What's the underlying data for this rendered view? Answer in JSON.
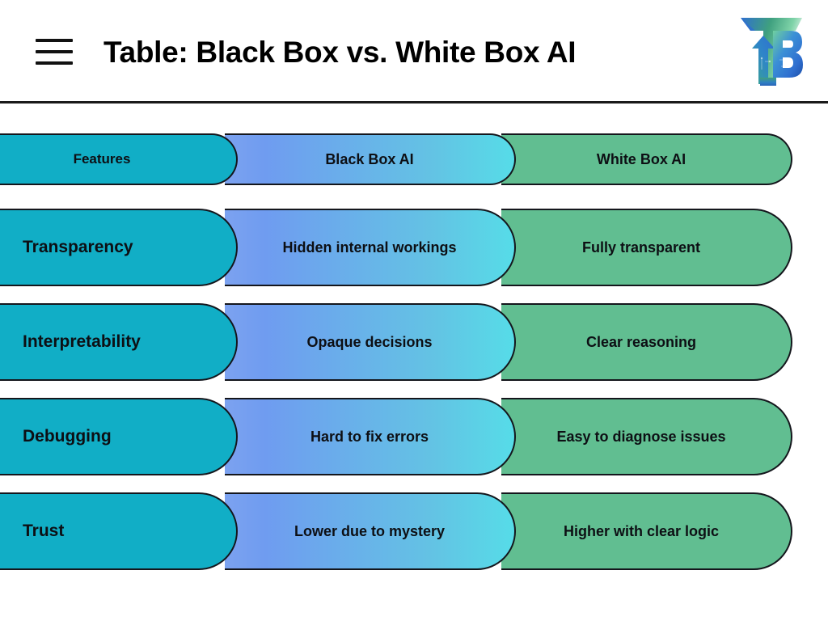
{
  "header": {
    "title": "Table: Black Box vs. White Box AI",
    "menu_icon": "hamburger-menu-icon",
    "logo_icon": "tb-monogram-logo"
  },
  "colors": {
    "feature_teal": "#11AEC6",
    "blackbox_gradient_start": "#7CA2F0",
    "blackbox_gradient_end": "#56DCE8",
    "whitebox_green": "#61BE91",
    "outline": "#14161c",
    "text": "#0d0f14",
    "background": "#ffffff",
    "logo_blue": "#2f6fd0",
    "logo_green": "#4fbf8a"
  },
  "table": {
    "columns": [
      {
        "label": "Features"
      },
      {
        "label": "Black Box AI"
      },
      {
        "label": "White Box AI"
      }
    ],
    "rows": [
      {
        "feature": "Transparency",
        "black_box": "Hidden internal workings",
        "white_box": "Fully transparent"
      },
      {
        "feature": "Interpretability",
        "black_box": "Opaque decisions",
        "white_box": "Clear reasoning"
      },
      {
        "feature": "Debugging",
        "black_box": "Hard to fix errors",
        "white_box": "Easy to diagnose issues"
      },
      {
        "feature": "Trust",
        "black_box": "Lower due to mystery",
        "white_box": "Higher with clear logic"
      }
    ]
  }
}
